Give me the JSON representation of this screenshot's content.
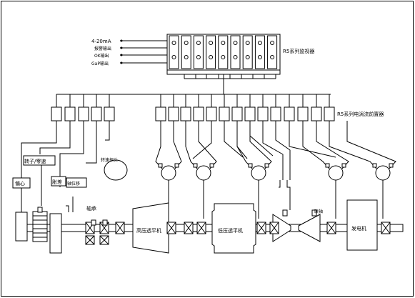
{
  "signals": {
    "current": "4-20mA",
    "alarm": "报警输出",
    "ok": "OK输出",
    "gap": "GaP输出"
  },
  "monitor_rack_label": "R5系列监视器",
  "sensor_label": "R5系列电涡流前置器",
  "boxes": {
    "eccentric": "偏心",
    "keyphasor": "转子/零速",
    "expansion": "胀差",
    "axial": "轴位移"
  },
  "labels": {
    "speed_probe": "转速探头",
    "bearing_oil": "轴承",
    "hp_turbine": "高压透平机",
    "lp_turbine": "低压透平机",
    "coupling": "联轴",
    "generator": "发电机"
  }
}
